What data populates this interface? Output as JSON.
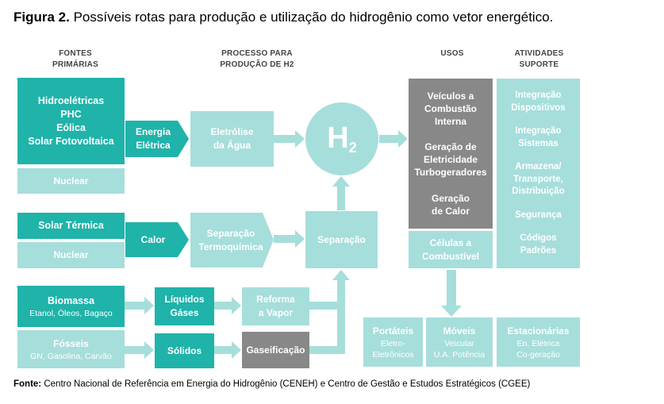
{
  "caption": {
    "figure": "Figura 2.",
    "text": "Possíveis rotas para produção e utilização do hidrogênio como vetor energético."
  },
  "headers": {
    "fontes": [
      "FONTES",
      "PRIMÁRIAS"
    ],
    "processo": [
      "PROCESSO PARA",
      "PRODUÇÃO DE H2"
    ],
    "usos": [
      "USOS"
    ],
    "atividades": [
      "ATIVIDADES",
      "SUPORTE"
    ]
  },
  "sources": {
    "renewables": [
      "Hidroelétricas",
      "PHC",
      "Eólica",
      "Solar Fotovoltaica"
    ],
    "nuclear1": "Nuclear",
    "solar_termica": "Solar Térmica",
    "nuclear2": "Nuclear",
    "biomassa": "Biomassa",
    "biomassa_sub": "Etanol, Óleos, Bagaço",
    "fosseis": "Fósseis",
    "fosseis_sub": "GN, Gasolina, Carvão"
  },
  "carriers": {
    "energia": [
      "Energia",
      "Elétrica"
    ],
    "calor": "Calor",
    "liquidos": [
      "Líquidos",
      "Gáses"
    ],
    "solidos": "Sólidos"
  },
  "processes": {
    "eletrolise": [
      "Eletrólise",
      "da Água"
    ],
    "separacao_termo": [
      "Separação",
      "Termoquímica"
    ],
    "separacao": "Separação",
    "reforma": [
      "Reforma",
      "a Vapor"
    ],
    "gaseificacao": "Gaseificação"
  },
  "h2": {
    "symbol": "H",
    "subscript": "2"
  },
  "uses": {
    "vehicles": [
      "Veículos a",
      "Combustão",
      "Interna"
    ],
    "generation": [
      "Geração de",
      "Eletricidade",
      "Turbogeradores"
    ],
    "heat": [
      "Geração",
      "de Calor"
    ],
    "cells": [
      "Células a",
      "Combustível"
    ]
  },
  "support": [
    "Integração",
    "Dispositivos",
    "Integração",
    "Sistemas",
    "Armazena/",
    "Transporte,",
    "Distribuição",
    "Segurança",
    "Códigos",
    "Padrões"
  ],
  "applications": {
    "portateis": "Portáteis",
    "portateis_sub": [
      "Eletro-",
      "Eletrônicos"
    ],
    "moveis": "Móveis",
    "moveis_sub": [
      "Veicular",
      "U.A. Potência"
    ],
    "estacionarias": "Estacionárias",
    "estacionarias_sub": [
      "En. Elétrica",
      "Co-geração"
    ]
  },
  "footer": {
    "label": "Fonte:",
    "text": "Centro Nacional de Referência em Energia do Hidrogênio (CENEH) e Centro de Gestão e Estudos Estratégicos (CGEE)"
  },
  "colors": {
    "dark_teal": "#1fb3aa",
    "light_teal": "#a6dedb",
    "grey": "#888888",
    "arrow": "#a6dedb"
  }
}
